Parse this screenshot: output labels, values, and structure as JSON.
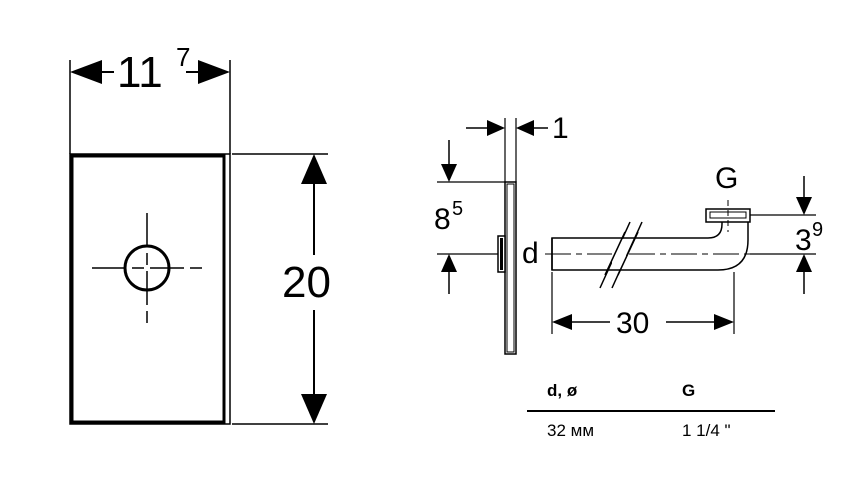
{
  "front_view": {
    "width_label": "11",
    "width_sup": "7",
    "height_label": "20"
  },
  "side_view": {
    "plate_thickness_label": "1",
    "offset_label": "8",
    "offset_sup": "5",
    "diameter_label": "d",
    "thread_label": "G",
    "pipe_length_label": "30",
    "outlet_height_label": "3",
    "outlet_height_sup": "9"
  },
  "table": {
    "headers": [
      "d, ø",
      "G"
    ],
    "rows": [
      [
        "32 мм",
        "1 1/4 \""
      ]
    ]
  }
}
